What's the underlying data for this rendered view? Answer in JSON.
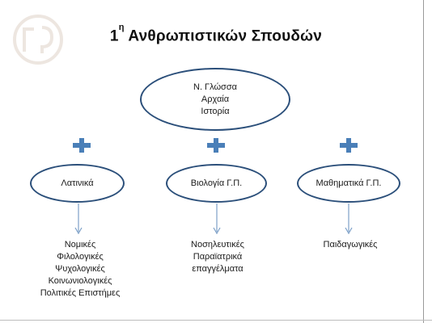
{
  "title": {
    "main": "1",
    "superscript": "η",
    "rest": " Ανθρωπιστικών Σπουδών"
  },
  "main_oval": {
    "lines": [
      "Ν. Γλώσσα",
      "Αρχαία",
      "Ιστορία"
    ]
  },
  "branches": [
    {
      "label": "Λατινικά",
      "outcomes": [
        "Νομικές",
        "Φιλολογικές",
        "Ψυχολογικές",
        "Κοινωνιολογικές",
        "Πολιτικές Επιστήμες"
      ]
    },
    {
      "label": "Βιολογία Γ.Π.",
      "outcomes": [
        "Νοσηλευτικές",
        "Παραϊατρικά",
        "επαγγέλματα"
      ]
    },
    {
      "label": "Μαθηματικά Γ.Π.",
      "outcomes": [
        "Παιδαγωγικές"
      ]
    }
  ],
  "colors": {
    "oval_border": "#2b4f7a",
    "plus": "#4a7fb8",
    "arrow": "#7da0c8",
    "watermark": "#e0d2c8"
  },
  "icons": {
    "plus": "plus-icon",
    "arrow": "down-arrow-icon",
    "watermark": "watermark-logo"
  }
}
